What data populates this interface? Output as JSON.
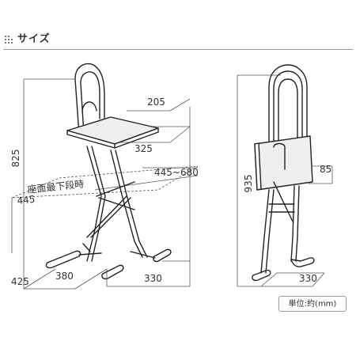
{
  "header": {
    "title": "サイズ",
    "icon": "grid-dots-icon"
  },
  "unit_note": "単位:約(mm)",
  "chair_open": {
    "height": "825",
    "seat_width": "205",
    "seat_depth": "325",
    "footrest_range": "445~680",
    "lowest_seat_label": "座面最下段時",
    "lowest_seat_height": "445",
    "base_depth": "380",
    "base_depth_outer": "425",
    "base_width": "330"
  },
  "chair_folded": {
    "height": "935",
    "thickness": "85",
    "base_width": "330"
  },
  "colors": {
    "line": "#222222",
    "dim": "#555555",
    "fill_seat": "#efefef",
    "text": "#333333"
  }
}
